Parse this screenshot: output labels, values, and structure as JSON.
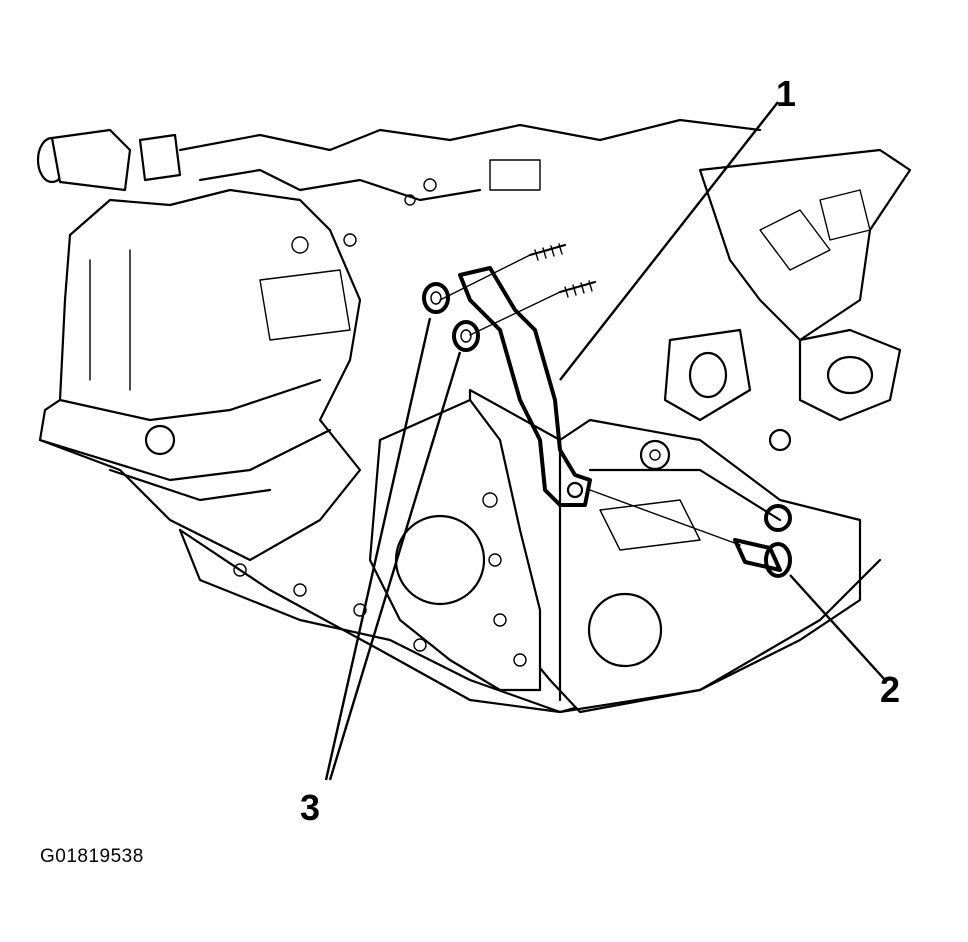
{
  "callouts": {
    "one": "1",
    "two": "2",
    "three": "3"
  },
  "figure_id": "G01819538"
}
